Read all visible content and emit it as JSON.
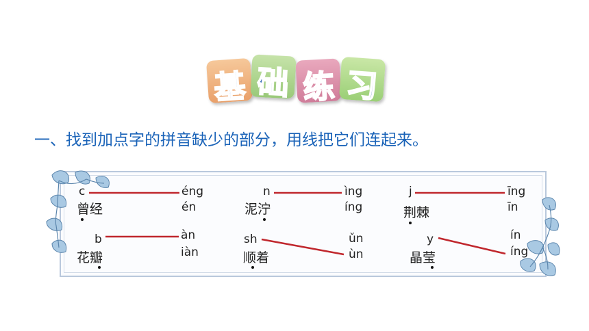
{
  "title": {
    "chars": [
      "基",
      "础",
      "练",
      "习"
    ]
  },
  "question": {
    "text": "一、找到加点字的拼音缺少的部分，用线把它们连起来。"
  },
  "groups": [
    {
      "letter": "c",
      "word": "曾经",
      "options": [
        "éng",
        "én"
      ],
      "match": "éng"
    },
    {
      "letter": "n",
      "word": "泥泞",
      "options": [
        "ìng",
        "íng"
      ],
      "match": "ìng"
    },
    {
      "letter": "j",
      "word": "荆棘",
      "options": [
        "īng",
        "īn"
      ],
      "match": "īng"
    },
    {
      "letter": "b",
      "word": "花瓣",
      "options": [
        "àn",
        "iàn"
      ],
      "match": "àn"
    },
    {
      "letter": "sh",
      "word": "顺着",
      "options": [
        "ǔn",
        "ùn"
      ],
      "match": "ùn"
    },
    {
      "letter": "y",
      "word": "晶莹",
      "options": [
        "ín",
        "íng"
      ],
      "match": "íng"
    }
  ],
  "colors": {
    "title_text": "#3a6fb5",
    "question_text": "#1a63b8",
    "connector_line": "#c0272d",
    "panel_border": "#b9c8dc",
    "leaf": "#8fb8d8"
  }
}
